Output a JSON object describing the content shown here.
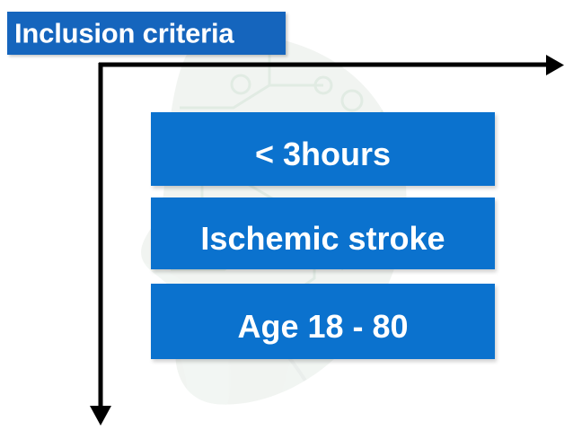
{
  "slide": {
    "background_color": "#ffffff",
    "accent_color": "#0b72ce",
    "title_color": "#1565bd",
    "text_color": "#ffffff",
    "arrow_color": "#000000"
  },
  "title": {
    "label": "Inclusion criteria"
  },
  "criteria": [
    {
      "label": "< 3hours"
    },
    {
      "label": "Ischemic stroke"
    },
    {
      "label": "Age 18 - 80"
    }
  ],
  "connectors": {
    "right_arrow_name": "horizontal-arrow-right",
    "down_arrow_name": "vertical-arrow-down"
  },
  "watermark": {
    "description": "faint head-and-circuit background graphic"
  }
}
